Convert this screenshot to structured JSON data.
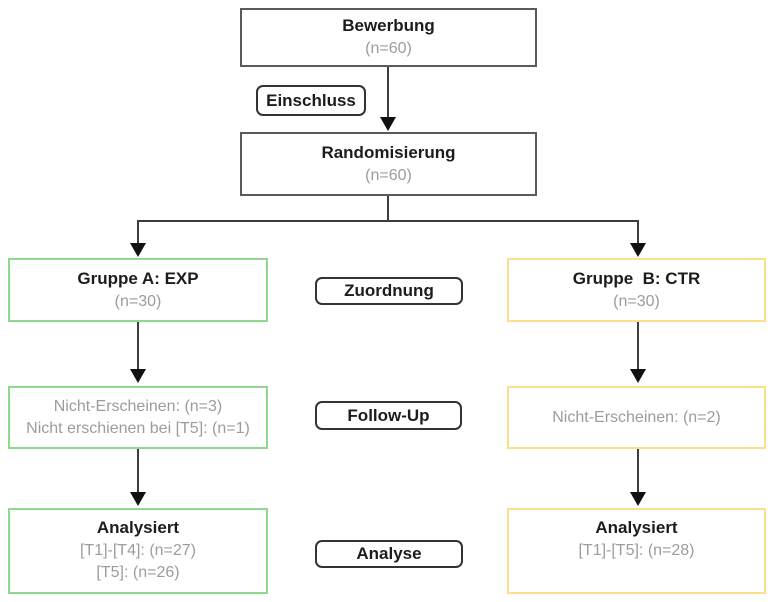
{
  "colors": {
    "exp_border_green": "#8fd98f",
    "ctr_border_yellow": "#fbdf8d",
    "plain_border_gray": "#5a5a5a",
    "line_gray": "#3d3d3d",
    "muted_text_gray": "#9c9c9c",
    "text_black": "#1c1c1c"
  },
  "nodes": {
    "bewerbung": {
      "title": "Bewerbung",
      "subtitle": "(n=60)"
    },
    "randomisierung": {
      "title": "Randomisierung",
      "subtitle": "(n=60)"
    },
    "gruppe_a": {
      "title": "Gruppe A: EXP",
      "subtitle": "(n=30)"
    },
    "gruppe_b": {
      "title": "Gruppe  B: CTR",
      "subtitle": "(n=30)"
    },
    "followup_a": {
      "lines": [
        "Nicht-Erscheinen: (n=3)",
        "Nicht erschienen bei [T5]: (n=1)"
      ]
    },
    "followup_b": {
      "lines": [
        "Nicht-Erscheinen: (n=2)"
      ]
    },
    "analyse_a": {
      "title": "Analysiert",
      "lines": [
        "[T1]-[T4]: (n=27)",
        "[T5]: (n=26)"
      ]
    },
    "analyse_b": {
      "title": "Analysiert",
      "lines": [
        "[T1]-[T5]: (n=28)"
      ]
    }
  },
  "stage_labels": {
    "einschluss": "Einschluss",
    "zuordnung": "Zuordnung",
    "followup": "Follow-Up",
    "analyse": "Analyse"
  }
}
